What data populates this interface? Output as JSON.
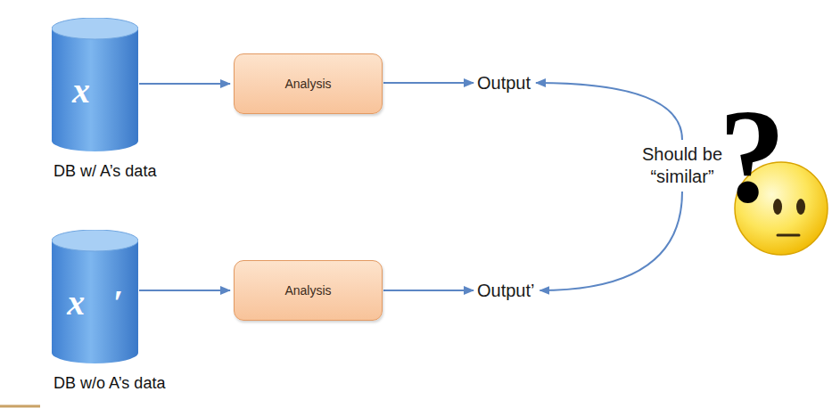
{
  "diagram": {
    "nodes": [
      {
        "text": [
          "x⃗",
          "DB w/ A’s data"
        ]
      },
      {
        "text": [
          "Analysis"
        ]
      },
      {
        "text": [
          "Output"
        ]
      },
      {
        "text": [
          "Should be “similar”"
        ]
      },
      {
        "text": [
          "x⃗′",
          "DB w/o A’s data"
        ]
      },
      {
        "text": [
          "Analysis"
        ]
      },
      {
        "text": [
          "Output’"
        ]
      }
    ],
    "edges": [
      {
        "from": 0,
        "to": 1,
        "arrow": "to"
      },
      {
        "from": 1,
        "to": 2,
        "arrow": "to"
      },
      {
        "from": 4,
        "to": 5,
        "arrow": "to"
      },
      {
        "from": 5,
        "to": 6,
        "arrow": "to"
      },
      {
        "from": 3,
        "to": 2,
        "arrow": "to"
      },
      {
        "from": 3,
        "to": 6,
        "arrow": "to"
      }
    ],
    "labels": [
      "?"
    ]
  }
}
